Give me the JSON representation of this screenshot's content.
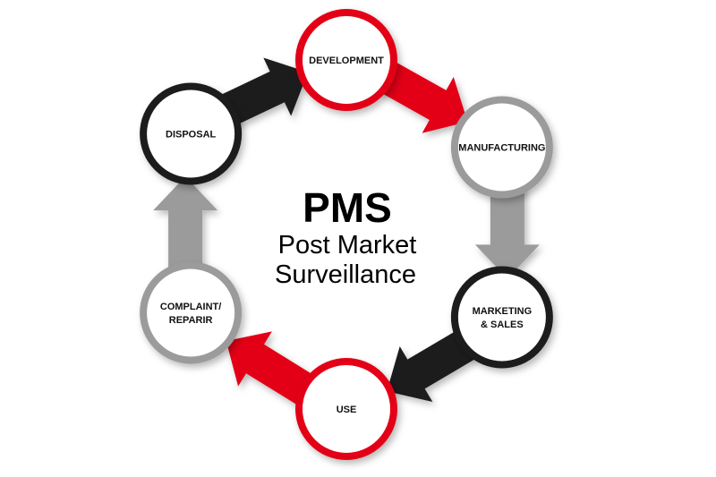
{
  "center": {
    "title": "PMS",
    "subtitle_line1": "Post Market",
    "subtitle_line2": "Surveillance"
  },
  "stages": [
    {
      "id": "development",
      "lines": [
        "DEVELOPMENT"
      ],
      "color": "#e30613"
    },
    {
      "id": "manufacturing",
      "lines": [
        "MANUFACTURING"
      ],
      "color": "#9b9b9b"
    },
    {
      "id": "marketing-sales",
      "lines": [
        "MARKETING",
        "& SALES"
      ],
      "color": "#1c1c1c"
    },
    {
      "id": "use",
      "lines": [
        "USE"
      ],
      "color": "#e30613"
    },
    {
      "id": "complaint-repair",
      "lines": [
        "COMPLAINT/",
        "REPARIR"
      ],
      "color": "#9b9b9b"
    },
    {
      "id": "disposal",
      "lines": [
        "DISPOSAL"
      ],
      "color": "#1c1c1c"
    }
  ]
}
